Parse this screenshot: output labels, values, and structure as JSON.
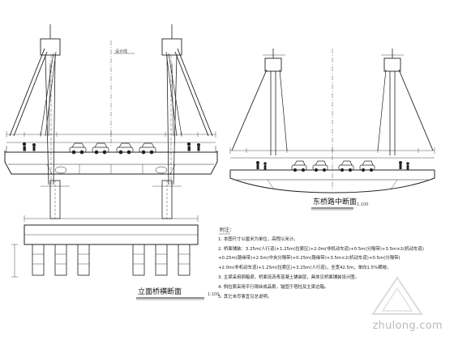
{
  "drawing": {
    "left_title": "立面桥横断面",
    "left_scale": "1:100",
    "right_title": "东桥路中断面",
    "right_scale": "1:100",
    "left_dim_label": "设计线",
    "notes": {
      "header": "附注：",
      "lines": [
        "1. 本图尺寸以厘米为单位，高程以米计。",
        "2. 桥面铺装：3.25m(人行道)+1.25m(拉索区)+2.0m(非机动车道)+0.5m(分隔带)+3.5m×2(机动车道)",
        "+0.25m(路缘带)+2.5m(中央分隔带)+0.25m(路缘带)+3.5m×2(机动车道)+0.5m(分隔带)",
        "+2.0m(非机动车道)+1.25m(拉索区)+3.25m(人行道)，全宽42.5m，单向1.5%横坡。",
        "3. 主梁采用钢箱梁，桥面设沥青混凝土铺装层，具体见桥面铺装设计图。",
        "4. 斜拉索采用平行钢丝成品索，锚固于塔柱及主梁边箱。",
        "5. 其它未尽事宜见总说明。"
      ]
    },
    "watermark": "zhulong.com"
  }
}
